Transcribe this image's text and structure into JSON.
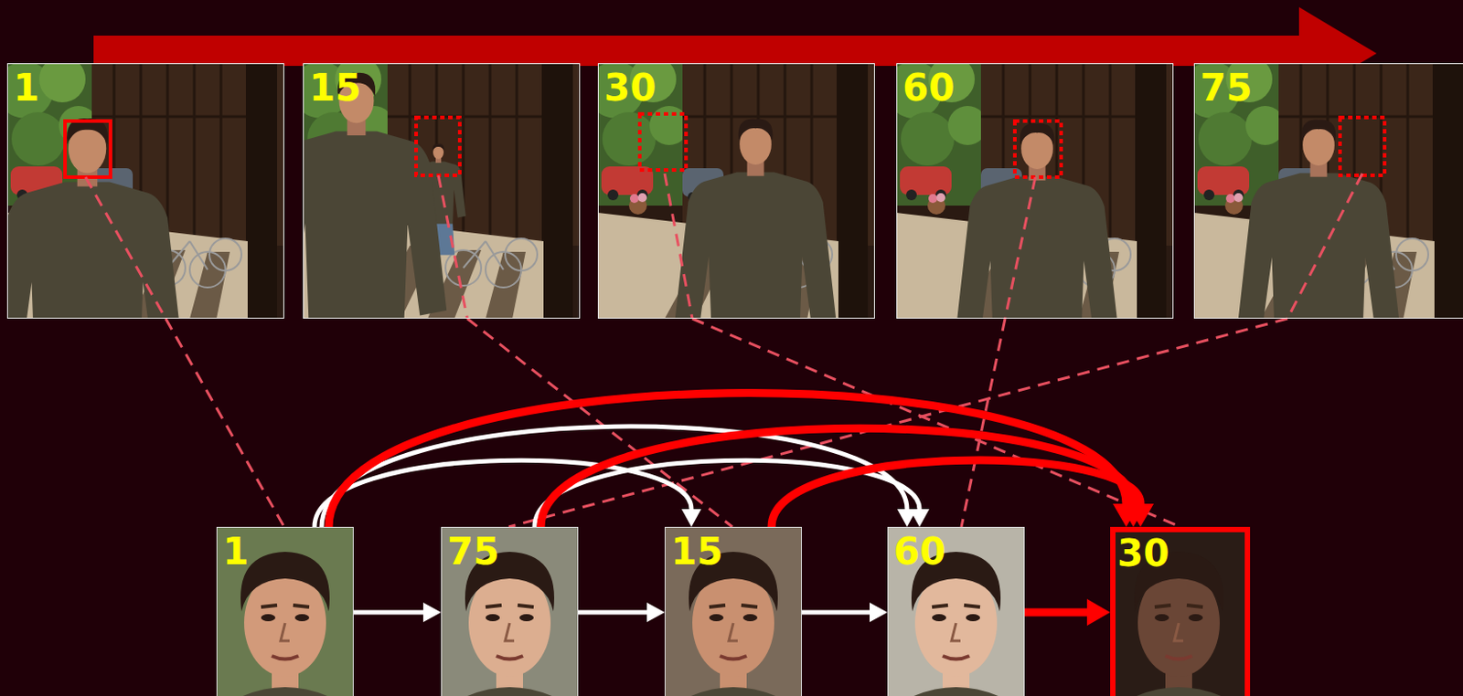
{
  "diagram": {
    "nodes": [
      {
        "text": [
          "1"
        ]
      },
      {
        "text": [
          "15"
        ]
      },
      {
        "text": [
          "30"
        ]
      },
      {
        "text": [
          "60"
        ]
      },
      {
        "text": [
          "75"
        ]
      },
      {
        "text": [
          "1"
        ]
      },
      {
        "text": [
          "75"
        ]
      },
      {
        "text": [
          "15"
        ]
      },
      {
        "text": [
          "60"
        ]
      },
      {
        "text": [
          "30"
        ]
      }
    ],
    "edges": [
      {
        "from": 0,
        "to": 5,
        "arrow": "none"
      },
      {
        "from": 1,
        "to": 7,
        "arrow": "none"
      },
      {
        "from": 2,
        "to": 9,
        "arrow": "none"
      },
      {
        "from": 3,
        "to": 8,
        "arrow": "none"
      },
      {
        "from": 4,
        "to": 6,
        "arrow": "none"
      },
      {
        "from": 5,
        "to": 6,
        "arrow": "to"
      },
      {
        "from": 6,
        "to": 7,
        "arrow": "to"
      },
      {
        "from": 7,
        "to": 8,
        "arrow": "to"
      },
      {
        "from": 8,
        "to": 9,
        "arrow": "to"
      },
      {
        "from": 5,
        "to": 7,
        "arrow": "to"
      },
      {
        "from": 5,
        "to": 8,
        "arrow": "to"
      },
      {
        "from": 6,
        "to": 8,
        "arrow": "to"
      },
      {
        "from": 5,
        "to": 9,
        "arrow": "to"
      },
      {
        "from": 6,
        "to": 9,
        "arrow": "to"
      },
      {
        "from": 7,
        "to": 9,
        "arrow": "to"
      }
    ]
  }
}
